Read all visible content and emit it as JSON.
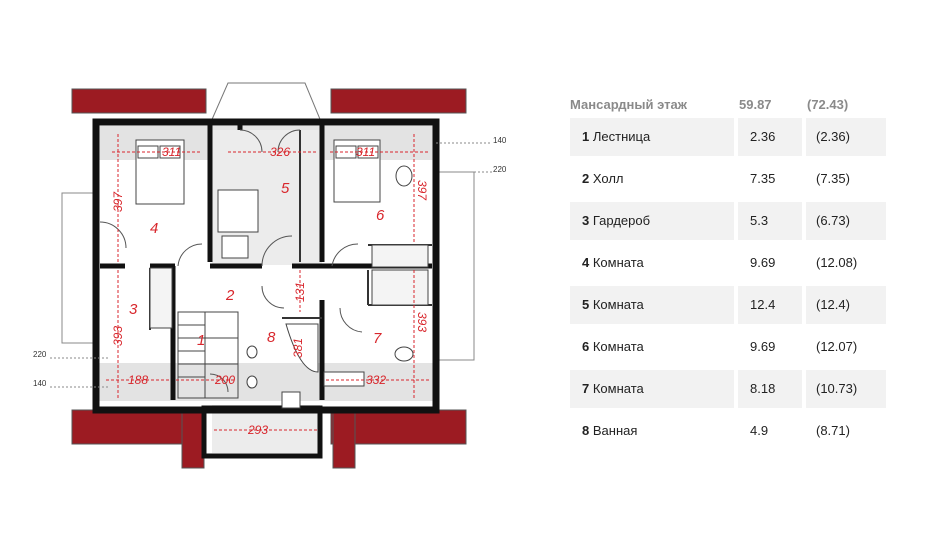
{
  "plan": {
    "room_labels": [
      "1",
      "2",
      "3",
      "4",
      "5",
      "6",
      "7",
      "8"
    ],
    "dimensions": [
      "311",
      "326",
      "311",
      "397",
      "397",
      "393",
      "393",
      "131",
      "381",
      "188",
      "200",
      "332",
      "293"
    ],
    "side_marks": [
      "140",
      "220",
      "220",
      "140"
    ]
  },
  "table": {
    "title": "Мансардный этаж",
    "total_area": "59.87",
    "total_area_full": "(72.43)",
    "rows": [
      {
        "num": "1",
        "name": "Лестница",
        "area": "2.36",
        "area_full": "(2.36)"
      },
      {
        "num": "2",
        "name": "Холл",
        "area": "7.35",
        "area_full": "(7.35)"
      },
      {
        "num": "3",
        "name": "Гардероб",
        "area": "5.3",
        "area_full": "(6.73)"
      },
      {
        "num": "4",
        "name": "Комната",
        "area": "9.69",
        "area_full": "(12.08)"
      },
      {
        "num": "5",
        "name": "Комната",
        "area": "12.4",
        "area_full": "(12.4)"
      },
      {
        "num": "6",
        "name": "Комната",
        "area": "9.69",
        "area_full": "(12.07)"
      },
      {
        "num": "7",
        "name": "Комната",
        "area": "8.18",
        "area_full": "(10.73)"
      },
      {
        "num": "8",
        "name": "Ванная",
        "area": "4.9",
        "area_full": "(8.71)"
      }
    ]
  }
}
